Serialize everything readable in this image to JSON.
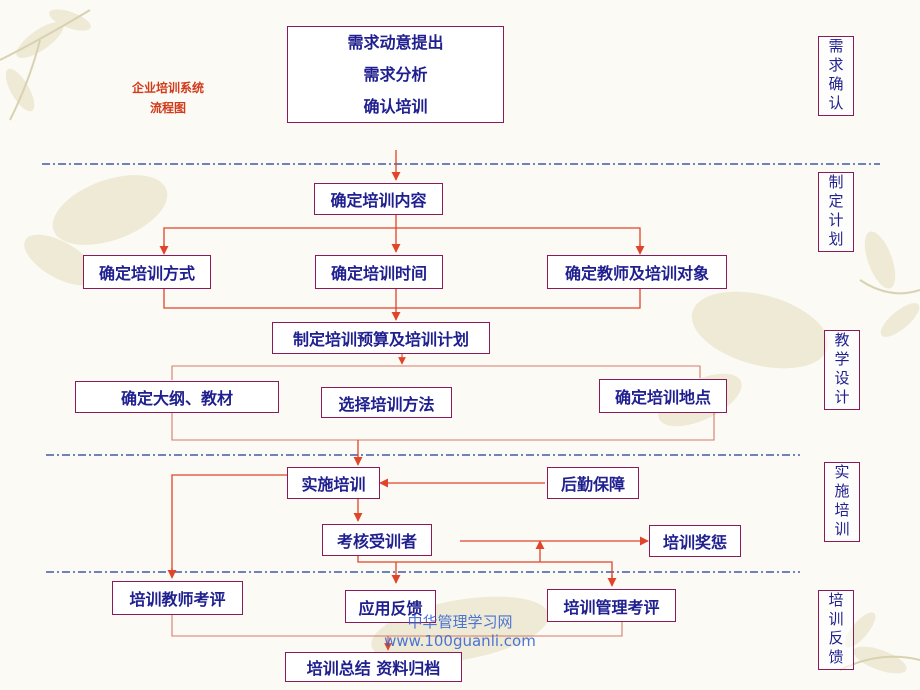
{
  "title": {
    "line1": "企业培训系统",
    "line2": "流程图"
  },
  "stages": {
    "demand": "需求确认",
    "plan": "制定计划",
    "design": "教学设计",
    "implement": "实施培训",
    "feedback": "培训反馈"
  },
  "boxes": {
    "demand": {
      "line1": "需求动意提出",
      "line2": "需求分析",
      "line3": "确认培训"
    },
    "content": "确定培训内容",
    "method": "确定培训方式",
    "time": "确定培训时间",
    "teacher": "确定教师及培训对象",
    "budget": "制定培训预算及培训计划",
    "outline": "确定大纲、教材",
    "select_method": "选择培训方法",
    "location": "确定培训地点",
    "implement": "实施培训",
    "logistics": "后勤保障",
    "assess_trainees": "考核受训者",
    "reward": "培训奖惩",
    "teacher_eval": "培训教师考评",
    "apply": "应用反馈",
    "mgmt_eval": "培训管理考评",
    "summary": "培训总结  资料归档"
  },
  "watermark": {
    "line1": "中华管理学习网",
    "line2": "www.100guanli.com"
  },
  "colors": {
    "arrow": "#e0452a",
    "border": "#8b1a5a",
    "text": "#1f1f8f",
    "divider": "#1a3a9a",
    "title": "#d23a1a"
  }
}
